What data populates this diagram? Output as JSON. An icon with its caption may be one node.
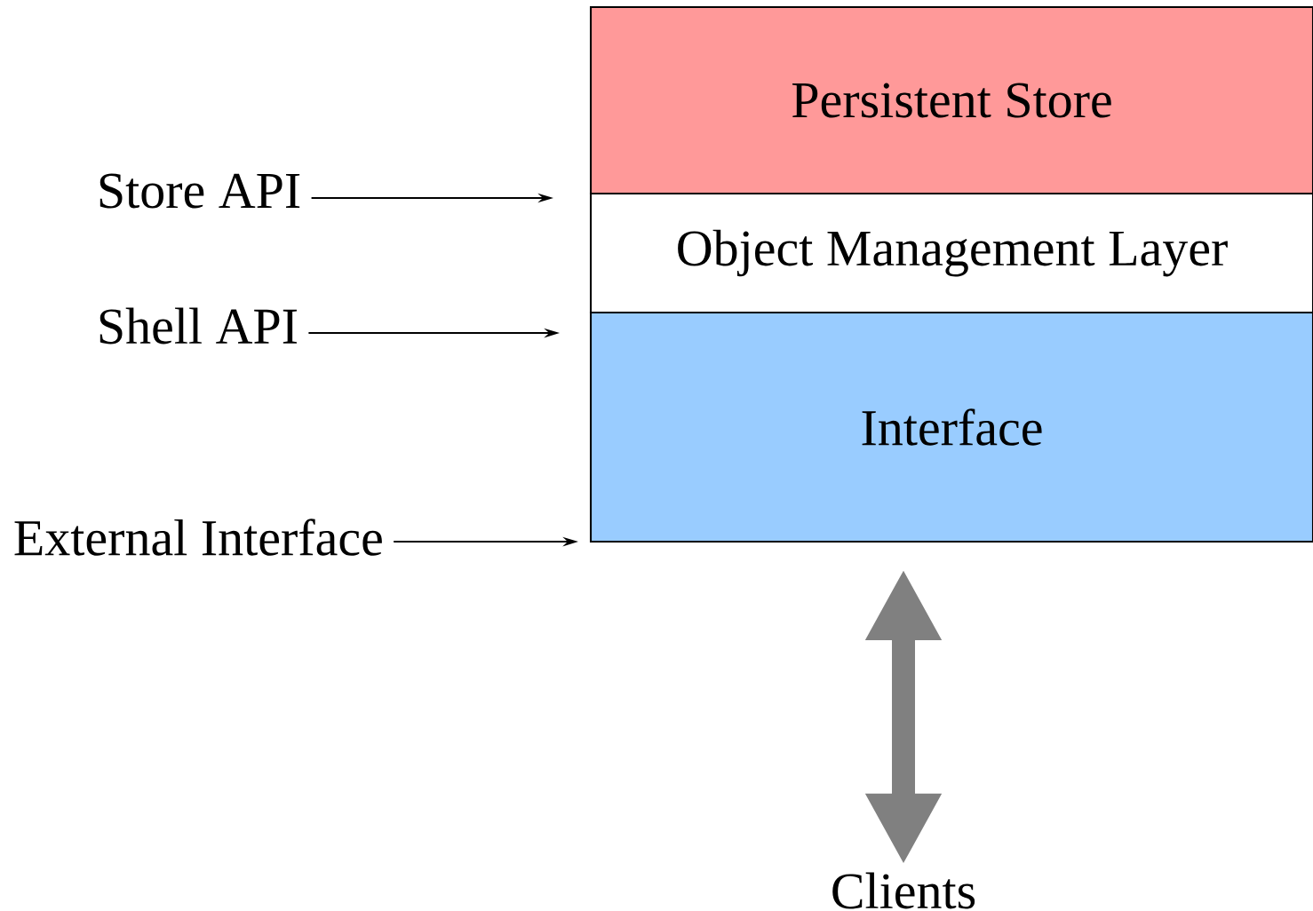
{
  "diagram": {
    "nodes": [
      {
        "text": [
          "Persistent Store"
        ]
      },
      {
        "text": [
          "Object Management Layer"
        ]
      },
      {
        "text": [
          "Interface"
        ]
      },
      {
        "text": [
          "Store API"
        ]
      },
      {
        "text": [
          "Shell API"
        ]
      },
      {
        "text": [
          "External Interface"
        ]
      },
      {
        "text": [
          "Clients"
        ]
      }
    ],
    "edges": [
      {
        "from": 3,
        "to": null,
        "arrow": "to"
      },
      {
        "from": 4,
        "to": null,
        "arrow": "to"
      },
      {
        "from": 5,
        "to": 2,
        "arrow": "to"
      },
      {
        "from": 2,
        "to": 6,
        "arrow": "both",
        "style": "thick",
        "color": "#808080"
      }
    ]
  }
}
